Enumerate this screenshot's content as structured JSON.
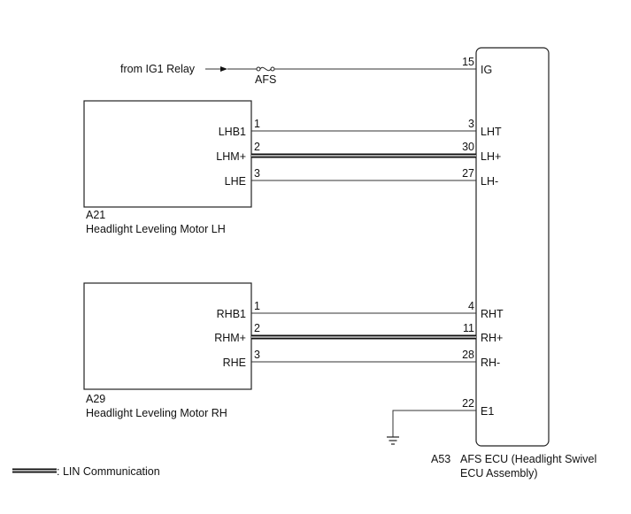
{
  "power": {
    "source_label": "from IG1 Relay",
    "fuse_label": "AFS",
    "ecu_pin": "15",
    "ecu_label": "IG"
  },
  "motor_lh": {
    "id": "A21",
    "name": "Headlight Leveling Motor LH",
    "pins": [
      {
        "motor_label": "LHB1",
        "motor_pin": "1",
        "ecu_pin": "3",
        "ecu_label": "LHT",
        "lin": false
      },
      {
        "motor_label": "LHM+",
        "motor_pin": "2",
        "ecu_pin": "30",
        "ecu_label": "LH+",
        "lin": true
      },
      {
        "motor_label": "LHE",
        "motor_pin": "3",
        "ecu_pin": "27",
        "ecu_label": "LH-",
        "lin": false
      }
    ]
  },
  "motor_rh": {
    "id": "A29",
    "name": "Headlight Leveling Motor RH",
    "pins": [
      {
        "motor_label": "RHB1",
        "motor_pin": "1",
        "ecu_pin": "4",
        "ecu_label": "RHT",
        "lin": false
      },
      {
        "motor_label": "RHM+",
        "motor_pin": "2",
        "ecu_pin": "11",
        "ecu_label": "RH+",
        "lin": true
      },
      {
        "motor_label": "RHE",
        "motor_pin": "3",
        "ecu_pin": "28",
        "ecu_label": "RH-",
        "lin": false
      }
    ]
  },
  "ground": {
    "ecu_pin": "22",
    "ecu_label": "E1"
  },
  "ecu": {
    "id": "A53",
    "name_line1": "AFS ECU (Headlight Swivel",
    "name_line2": "ECU Assembly)"
  },
  "legend": {
    "label": ": LIN Communication"
  }
}
